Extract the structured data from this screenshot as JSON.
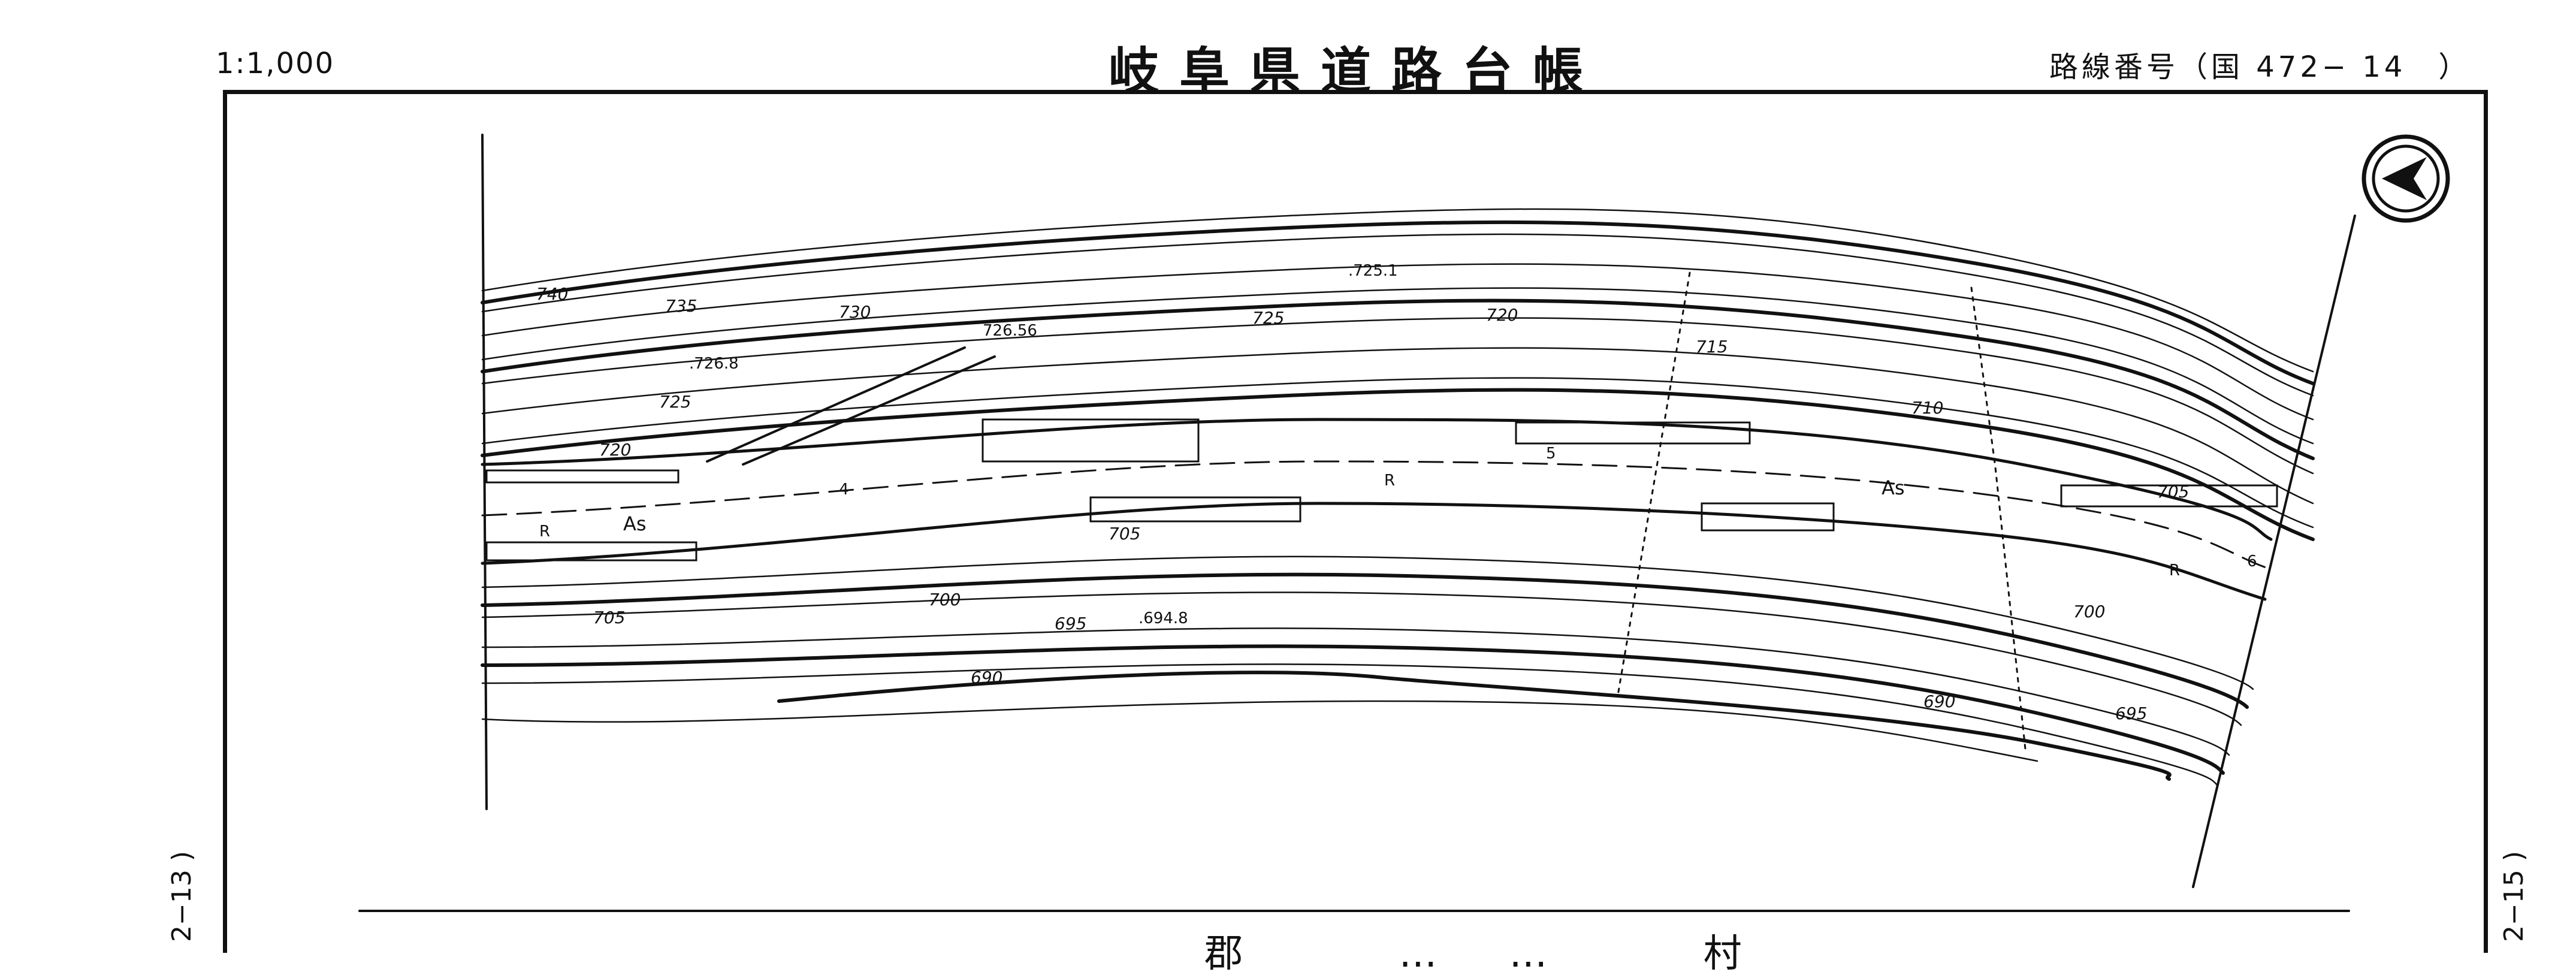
{
  "header": {
    "scale": "1:1,000",
    "title": "岐阜県道路台帳",
    "route_number": "路線番号（国 472− 14　）"
  },
  "side_labels": {
    "left": "2−13 )",
    "right": "2−15 )"
  },
  "footer": {
    "text": "郡 …… 村"
  },
  "map": {
    "north_arrow": "north-arrow-icon",
    "contour_labels": [
      "740",
      "735",
      "730",
      "725",
      "725",
      "720",
      "720",
      "715",
      "710",
      "705",
      "705",
      "705",
      "700",
      "700",
      "695",
      "695",
      "690",
      "690"
    ],
    "spot_heights": [
      ".725.1",
      "726.56",
      ".726.8",
      ".694.8"
    ],
    "station_labels": [
      "4",
      "5",
      "6"
    ],
    "road_labels": [
      "As",
      "As",
      "R",
      "R",
      "R"
    ],
    "line_color": "#111111"
  }
}
